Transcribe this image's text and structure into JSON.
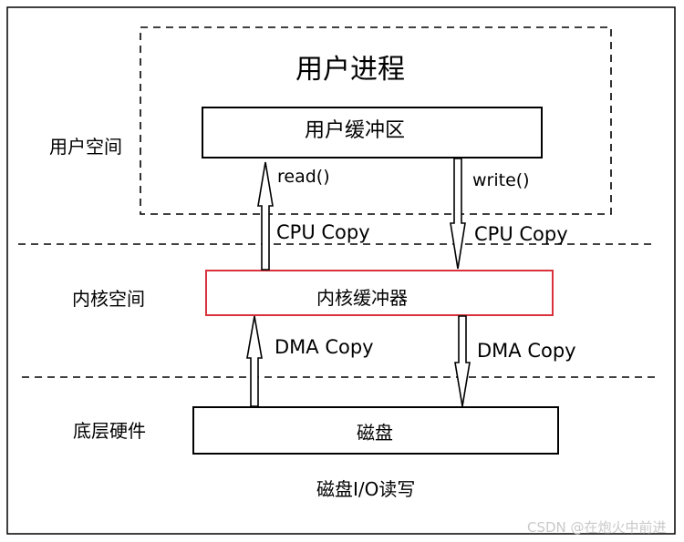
{
  "diagram": {
    "process_title": "用户进程",
    "user_buffer": "用户缓冲区",
    "kernel_buffer": "内核缓冲器",
    "disk": "磁盘",
    "caption": "磁盘I/O读写",
    "layers": {
      "user_space": "用户空间",
      "kernel_space": "内核空间",
      "hardware": "底层硬件"
    },
    "arrows": {
      "read_op": "read()",
      "write_op": "write()",
      "cpu_copy_read": "CPU Copy",
      "cpu_copy_write": "CPU Copy",
      "dma_copy_read": "DMA Copy",
      "dma_copy_write": "DMA Copy"
    }
  },
  "watermark": "CSDN @在炮火中前进",
  "colors": {
    "kernel_buffer_border": "#d9323c",
    "line": "#000000"
  }
}
